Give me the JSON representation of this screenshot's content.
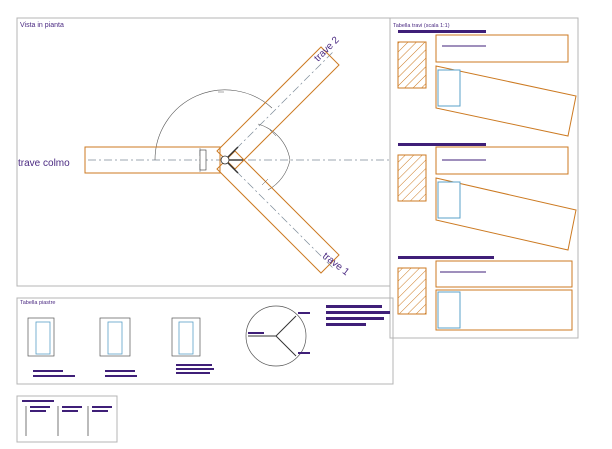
{
  "panels": {
    "plan_title": "Vista in pianta",
    "beams_title": "Tabella travi (scala 1:1)",
    "plates_title": "Tabella piastre"
  },
  "beams": {
    "ridge_label": "trave colmo",
    "beam1_label": "trave 1",
    "beam2_label": "trave 2"
  },
  "colors": {
    "beam_stroke": "#cc7a22",
    "text_purple": "#4b2a82",
    "redacted_bar": "#3f1f78",
    "plate_blue": "#5aa0c8",
    "frame_gray": "#b4b4b4"
  },
  "icons": {
    "hatch": "diagonal-hatch-section",
    "connector": "steel-hub-connector",
    "plate": "steel-plate-elevation"
  }
}
